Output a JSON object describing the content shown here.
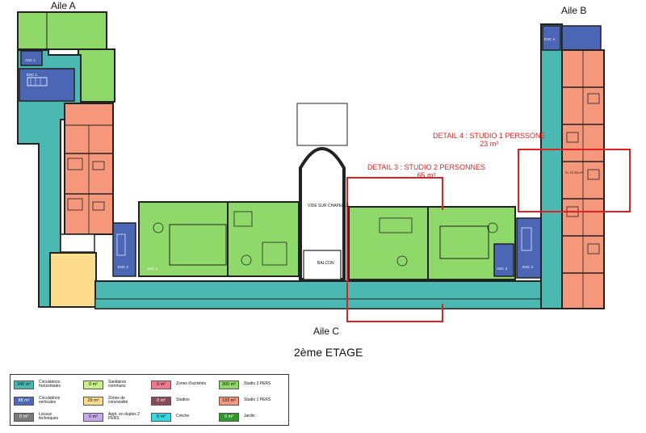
{
  "wings": {
    "a": "Aile A",
    "b": "Aile B",
    "c": "Aile C"
  },
  "floor_title": "2ème ETAGE",
  "details": {
    "detail3_title": "DETAIL 3 : STUDIO 2 PERSONNES",
    "detail3_area": "65 m²",
    "detail4_title": "DETAIL 4 : STUDIO 1 PERSSONE",
    "detail4_area": "23 m²"
  },
  "plan_labels": {
    "vide_chapelle": "VIDE SUR CHAPELLE",
    "balcon": "BALCON",
    "esc1": "ESC 1",
    "asc1": "ASC 1",
    "esc2": "ESC 2",
    "asc2": "ASC 2",
    "esc3": "ESC 3",
    "asc3": "ASC 3",
    "esc4": "ESC 4",
    "studio_area": "S= 22.53 m²"
  },
  "colors": {
    "circ_horizontal": "#4cb8b2",
    "circ_vertical": "#4a66b5",
    "locaux_techniques": "#7a7a7a",
    "sanitaires": "#c8f08a",
    "convivialite": "#fbdc8a",
    "duplex": "#c7a8e8",
    "activites": "#f27a8e",
    "studios": "#8a4a5a",
    "creche": "#36d9e0",
    "studio2": "#8fd96a",
    "studio1": "#f5977a",
    "jardin": "#2f9a2a",
    "detail_outline": "#e32020"
  },
  "legend": [
    {
      "value": "240 m²",
      "label": "Circulations horizontales",
      "color_key": "circ_horizontal"
    },
    {
      "value": "88 m²",
      "label": "Circulations verticales",
      "color_key": "circ_vertical"
    },
    {
      "value": "0 m²",
      "label": "Locaux techniques",
      "color_key": "locaux_techniques"
    },
    {
      "value": "0 m²",
      "label": "Sanitaires communs",
      "color_key": "sanitaires"
    },
    {
      "value": "29 m²",
      "label": "Zones de convivialité",
      "color_key": "convivialite"
    },
    {
      "value": "0 m²",
      "label": "Appt. en duplex 2 PERS",
      "color_key": "duplex"
    },
    {
      "value": "0 m²",
      "label": "Zones d'activités",
      "color_key": "activites"
    },
    {
      "value": "0 m²",
      "label": "Studios",
      "color_key": "studios"
    },
    {
      "value": "0 m²",
      "label": "Crèche",
      "color_key": "creche"
    },
    {
      "value": "300 m²",
      "label": "Studio 2 PERS",
      "color_key": "studio2"
    },
    {
      "value": "193 m²",
      "label": "Studio 1 PERS",
      "color_key": "studio1"
    },
    {
      "value": "0 m²",
      "label": "Jardin",
      "color_key": "jardin"
    }
  ]
}
